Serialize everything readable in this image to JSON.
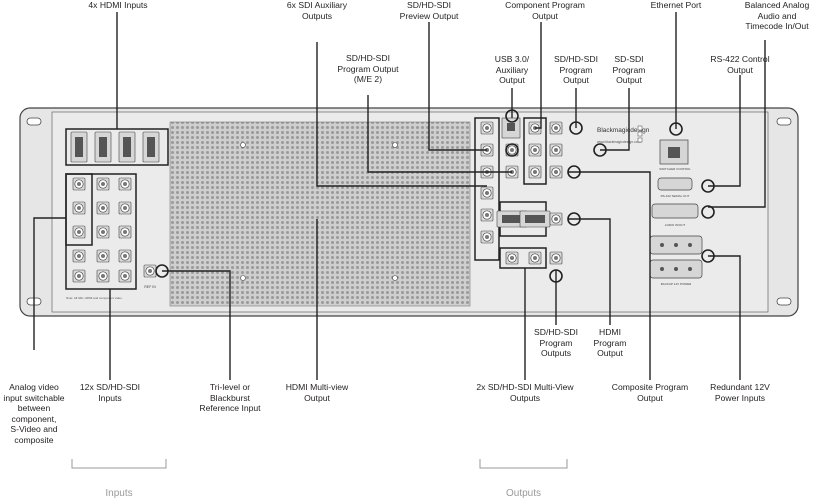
{
  "labels": {
    "hdmi_inputs": "4x HDMI Inputs",
    "sdi_aux": [
      "6x SDI Auxiliary",
      "Outputs"
    ],
    "preview_out": [
      "SD/HD-SDI",
      "Preview Output"
    ],
    "component_out": [
      "Component Program",
      "Output"
    ],
    "ethernet": "Ethernet Port",
    "balanced_audio": [
      "Balanced Analog",
      "Audio and",
      "Timecode In/Out"
    ],
    "usb": [
      "USB 3.0/",
      "Auxiliary",
      "Output"
    ],
    "program_me2": [
      "SD/HD-SDI",
      "Program Output",
      "(M/E 2)"
    ],
    "sdhd_program_out": [
      "SD/HD-SDI",
      "Program",
      "Output"
    ],
    "sd_sdi_program": [
      "SD-SDI",
      "Program",
      "Output"
    ],
    "rs422": [
      "RS-422 Control",
      "Output"
    ],
    "analog_video": [
      "Analog video",
      "input switchable",
      "between",
      "component,",
      "S-Video and",
      "composite"
    ],
    "sdi_inputs": [
      "12x SD/HD-SDI",
      "Inputs"
    ],
    "ref_in": [
      "Tri-level or",
      "Blackburst",
      "Reference Input"
    ],
    "hdmi_multiview": [
      "HDMI Multi-view",
      "Output"
    ],
    "multiview_outs": [
      "2x SD/HD-SDI Multi-View",
      "Outputs"
    ],
    "sdhd_program_outputs": [
      "SD/HD-SDI",
      "Program",
      "Outputs"
    ],
    "hdmi_program": [
      "HDMI",
      "Program",
      "Output"
    ],
    "composite_program": [
      "Composite Program",
      "Output"
    ],
    "redundant_power": [
      "Redundant 12V",
      "Power Inputs"
    ]
  },
  "groups": {
    "inputs": "Inputs",
    "outputs": "Outputs"
  },
  "panel": {
    "brand": "Blackmagicdesign",
    "website": "www.blackmagicdesign.com",
    "ref_in_label": "REF IN",
    "switcher_control": "SWITCHER CONTROL",
    "rs422_serial": "RS-422 SERIAL OUT",
    "audio_in_out": "AUDIO IN/OUT",
    "power": "BACKUP 12V POWER"
  }
}
